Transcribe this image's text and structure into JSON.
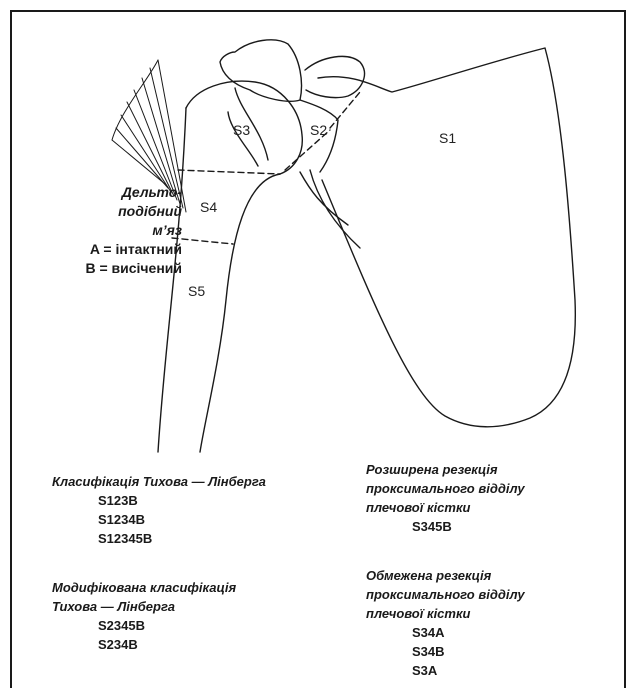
{
  "segments": {
    "s1": "S1",
    "s2": "S2",
    "s3": "S3",
    "s4": "S4",
    "s5": "S5"
  },
  "deltoid": {
    "name_line1": "Дельто-",
    "name_line2": "подібний",
    "name_line3": "м’яз",
    "state_a": "A = інтактний",
    "state_b": "B = висічений"
  },
  "tikhoff_linberg": {
    "heading": "Класифікація Тихова — Лінберга",
    "codes": [
      "S123B",
      "S1234B",
      "S12345B"
    ]
  },
  "modified": {
    "heading_line1": "Модифікована класифікація",
    "heading_line2": "Тихова — Лінберга",
    "codes": [
      "S2345B",
      "S234B"
    ]
  },
  "extended": {
    "heading_line1": "Розширена резекція",
    "heading_line2": "проксимального відділу",
    "heading_line3": "плечової кістки",
    "codes": [
      "S345B"
    ]
  },
  "limited": {
    "heading_line1": "Обмежена резекція",
    "heading_line2": "проксимального відділу",
    "heading_line3": "плечової кістки",
    "codes": [
      "S34A",
      "S34B",
      "S3A"
    ]
  },
  "colors": {
    "line": "#1a1a1a",
    "text": "#1a1a1a"
  }
}
